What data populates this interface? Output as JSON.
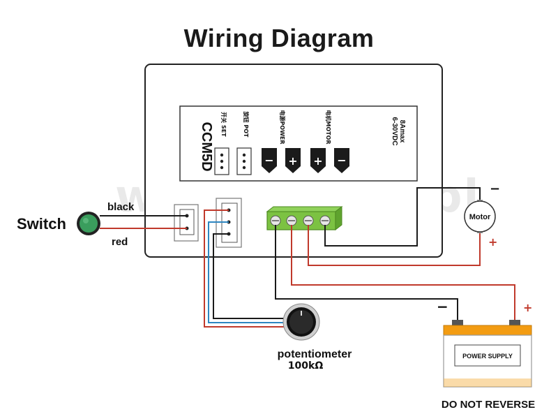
{
  "title": "Wiring Diagram",
  "watermark": "www.elstat.pl",
  "module": {
    "model": "CCM5D",
    "set_label": "开关 SET",
    "pot_label": "旋钮 POT",
    "power_label": "电源POWER",
    "motor_label": "电机MOTOR",
    "spec_line1": "6-30VDC",
    "spec_line2": "8Amax",
    "terminal_signs": [
      "−",
      "+",
      "+",
      "−"
    ]
  },
  "switch": {
    "label": "Switch",
    "wire_black": "black",
    "wire_red": "red"
  },
  "motor": {
    "label": "Motor",
    "minus": "−",
    "plus": "+"
  },
  "potentiometer": {
    "label": "potentiometer",
    "value": "100kΩ"
  },
  "battery": {
    "label": "POWER SUPPLY",
    "minus": "−",
    "plus": "+",
    "warning": "DO NOT REVERSE"
  },
  "colors": {
    "wire_black": "#1a1a1a",
    "wire_red": "#c0392b",
    "wire_blue": "#2e86c1",
    "terminal_green": "#7cc242",
    "switch_green": "#3a9d5d",
    "battery_orange": "#f39c12"
  }
}
